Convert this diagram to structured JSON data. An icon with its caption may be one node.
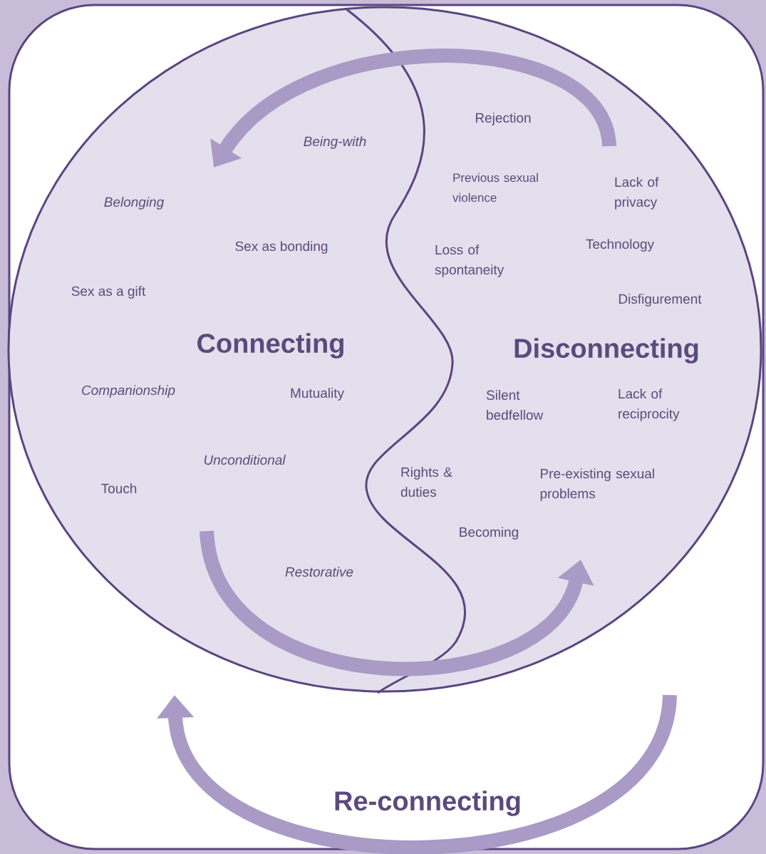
{
  "diagram": {
    "nodes": [
      {
        "text": [
          "Re-connecting"
        ]
      },
      {
        "text": [
          "Connecting",
          "Being-with",
          "Belonging",
          "Sex as bonding",
          "Sex as a gift",
          "Companionship",
          "Mutuality",
          "Unconditional",
          "Touch",
          "Restorative"
        ],
        "in": 0
      },
      {
        "text": [
          "Disconnecting",
          "Rejection",
          "Previous sexual violence",
          "Lack of privacy",
          "Loss of spontaneity",
          "Technology",
          "Disfigurement",
          "Silent bedfellow",
          "Lack of reciprocity",
          "Rights & duties",
          "Pre-existing sexual problems",
          "Becoming"
        ],
        "in": 0
      }
    ],
    "edges": [
      {
        "from": 2,
        "to": 1,
        "arrow": "to"
      },
      {
        "from": 1,
        "to": 2,
        "arrow": "to"
      },
      {
        "from": 2,
        "to": 1,
        "arrow": "to"
      }
    ]
  }
}
